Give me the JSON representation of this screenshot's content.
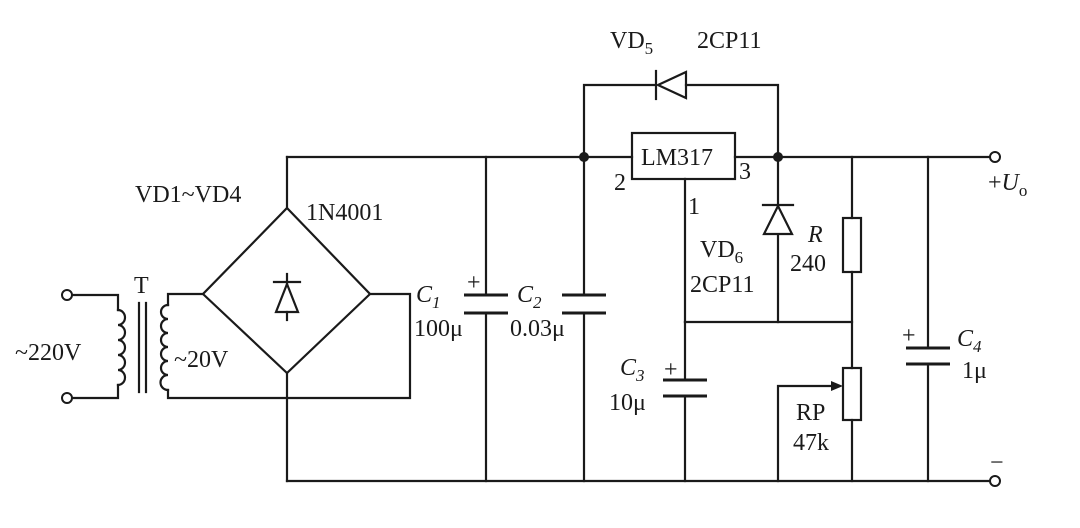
{
  "labels": {
    "vd5_name": "VD",
    "vd5_sub": "5",
    "vd5_part": "2CP11",
    "regulator": "LM317",
    "pin2": "2",
    "pin3": "3",
    "pin1": "1",
    "bridge_name": "VD1~VD4",
    "bridge_part": "1N4001",
    "transformer": "T",
    "primary": "~220V",
    "secondary": "~20V",
    "c1_name": "C",
    "c1_sub": "1",
    "c1_value": "100μ",
    "c2_name": "C",
    "c2_sub": "2",
    "c2_value": "0.03μ",
    "vd6_name": "VD",
    "vd6_sub": "6",
    "vd6_part": "2CP11",
    "r_name": "R",
    "r_value": "240",
    "c3_name": "C",
    "c3_sub": "3",
    "c3_value": "10μ",
    "rp_name": "RP",
    "rp_value": "47k",
    "c4_name": "C",
    "c4_sub": "4",
    "c4_value": "1μ",
    "out_plus": "+",
    "out_u": "U",
    "out_sub": "o",
    "out_minus": "−",
    "plus_sign": "+"
  }
}
